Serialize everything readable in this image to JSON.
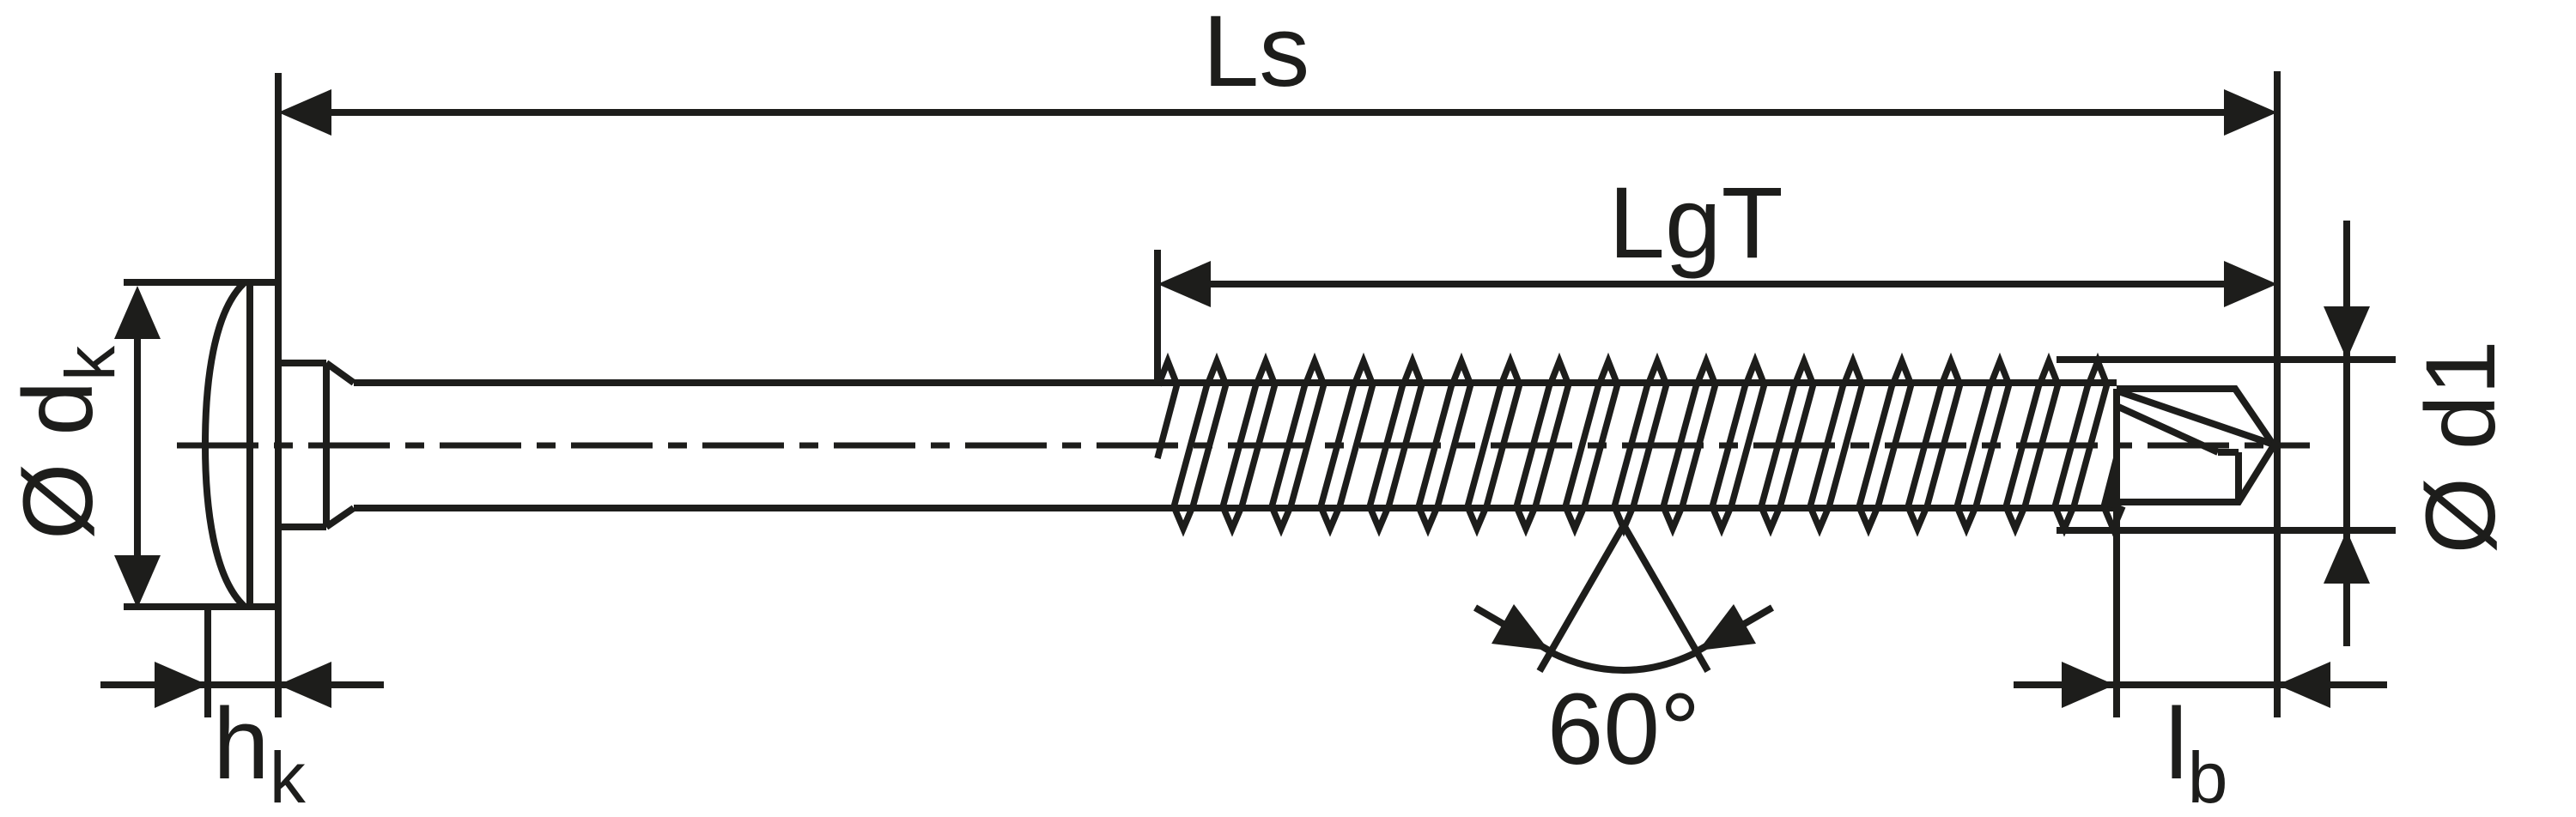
{
  "page": {
    "background_color": "#ffffff",
    "ink_color": "#1d1d1b"
  },
  "drawing": {
    "type": "technical-dimension-drawing",
    "subject": "Self-drilling wafer-head screw, side elevation with dimension callouts",
    "labels": {
      "overall_length": "Ls",
      "threaded_length": "LgT",
      "head_diameter": {
        "base": "Ø d",
        "sub": "k"
      },
      "head_height": {
        "base": "h",
        "sub": "k"
      },
      "thread_outer_diameter": "Ø d1",
      "drill_point_length": {
        "base": "l",
        "sub": "b"
      },
      "thread_angle": "60°"
    }
  }
}
